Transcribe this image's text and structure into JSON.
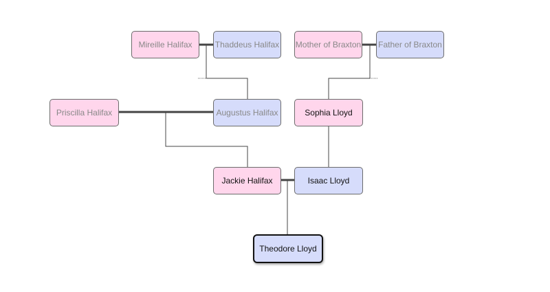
{
  "people": {
    "mireille": {
      "name": "Mireille Halifax",
      "sex": "female"
    },
    "thaddeus": {
      "name": "Thaddeus Halifax",
      "sex": "male"
    },
    "mother_braxton": {
      "name": "Mother of Braxton",
      "sex": "female"
    },
    "father_braxton": {
      "name": "Father of Braxton",
      "sex": "male"
    },
    "priscilla": {
      "name": "Priscilla Halifax",
      "sex": "female"
    },
    "augustus": {
      "name": "Augustus Halifax",
      "sex": "male"
    },
    "sophia": {
      "name": "Sophia Lloyd",
      "sex": "female"
    },
    "jackie": {
      "name": "Jackie Halifax",
      "sex": "female"
    },
    "isaac": {
      "name": "Isaac Lloyd",
      "sex": "male"
    },
    "theodore": {
      "name": "Theodore Lloyd",
      "sex": "male"
    }
  },
  "colors": {
    "female_fill": "#ffd6ec",
    "male_fill": "#d6dcfb",
    "line": "#444444",
    "dimmed_text": "#888888"
  },
  "focus_person": "theodore"
}
